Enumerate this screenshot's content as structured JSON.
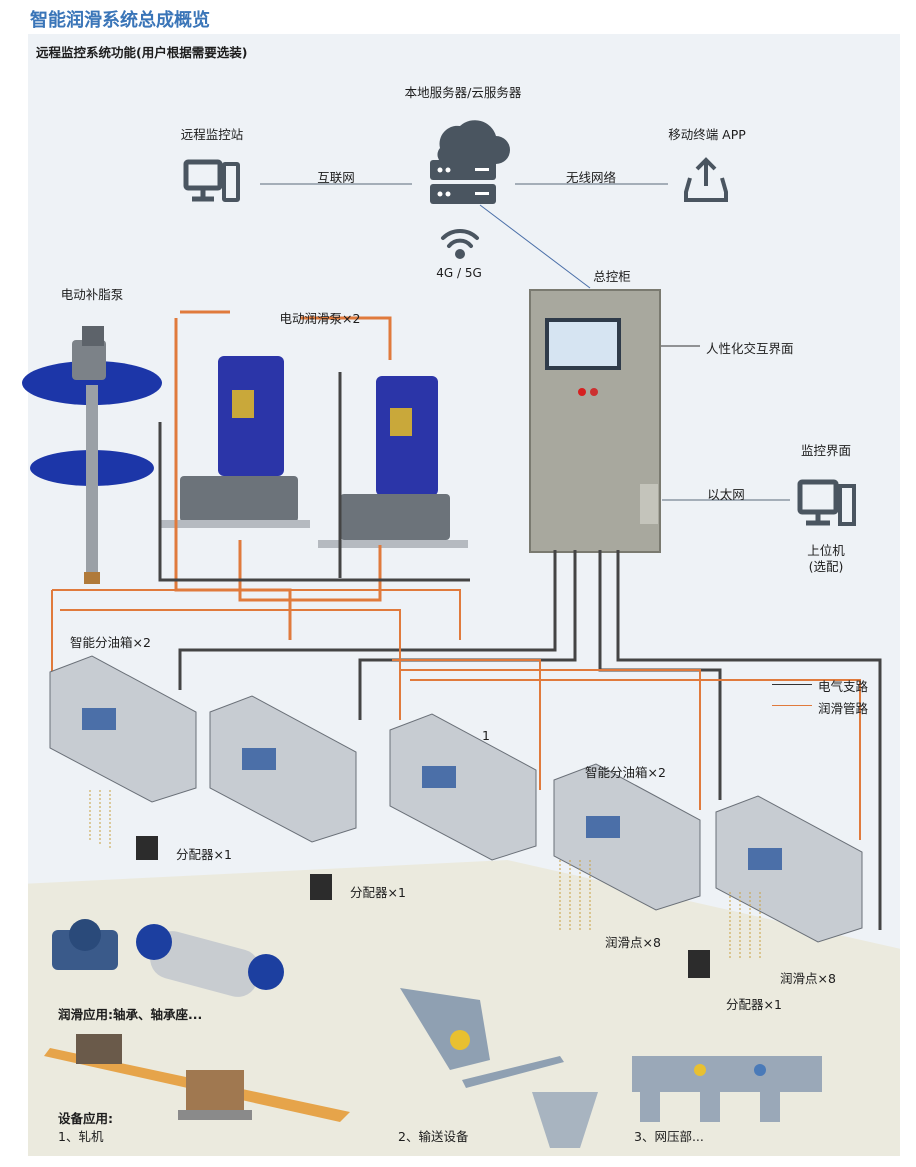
{
  "title": "智能润滑系统总成概览",
  "remote_section": "远程监控系统功能(用户根据需要选装)",
  "nodes": {
    "server": "本地服务器/云服务器",
    "remote_station": "远程监控站",
    "mobile": "移动终端 APP",
    "internet": "互联网",
    "wireless": "无线网络",
    "cellular": "4G / 5G",
    "cabinet": "总控柜",
    "hmi": "人性化交互界面",
    "grease_pump": "电动补脂泵",
    "lube_pumps": "电动润滑泵×2",
    "monitor_ui": "监控界面",
    "ethernet": "以太网",
    "host_pc": "上位机",
    "host_pc_note": "(选配)",
    "oil_box_a": "智能分油箱×2",
    "oil_box_b": "智能分油箱×2",
    "distributor_1": "分配器×1",
    "distributor_2": "分配器×1",
    "distributor_3": "分配器×1",
    "lube_points_1": "润滑点×8",
    "lube_points_2": "润滑点×8",
    "box_label_1": "1"
  },
  "legend": {
    "electric": "电气支路",
    "lube": "润滑管路",
    "electric_color": "#333333",
    "lube_color": "#e07a3c"
  },
  "applications": {
    "lube_app": "润滑应用:轴承、轴承座...",
    "equip_title": "设备应用:",
    "equip_1": "1、轧机",
    "equip_2": "2、输送设备",
    "equip_3": "3、网压部..."
  },
  "colors": {
    "title": "#3a75b8",
    "pump_blue": "#2b35a8",
    "cabinet": "#a8a89e",
    "icon": "#4a5560"
  },
  "icons": [
    "cloud-server-icon",
    "computer-icon",
    "upload-icon",
    "wifi-icon",
    "host-pc-icon"
  ]
}
